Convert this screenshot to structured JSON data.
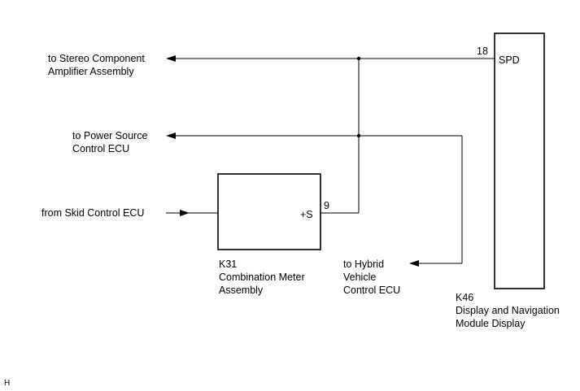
{
  "labels": {
    "stereo": [
      "to Stereo Component",
      "Amplifier Assembly"
    ],
    "power": [
      "to Power Source",
      "Control ECU"
    ],
    "skid": [
      "from Skid Control ECU"
    ],
    "hybrid": [
      "to Hybrid",
      "Vehicle",
      "Control ECU"
    ],
    "meter": [
      "K31",
      "Combination Meter",
      "Assembly"
    ],
    "nav": [
      "K46",
      "Display and Navigation",
      "Module Display"
    ]
  },
  "pins": {
    "spd_number": "18",
    "spd_name": "SPD",
    "s_number": "9",
    "s_name": "+S"
  },
  "corner_mark": "H"
}
